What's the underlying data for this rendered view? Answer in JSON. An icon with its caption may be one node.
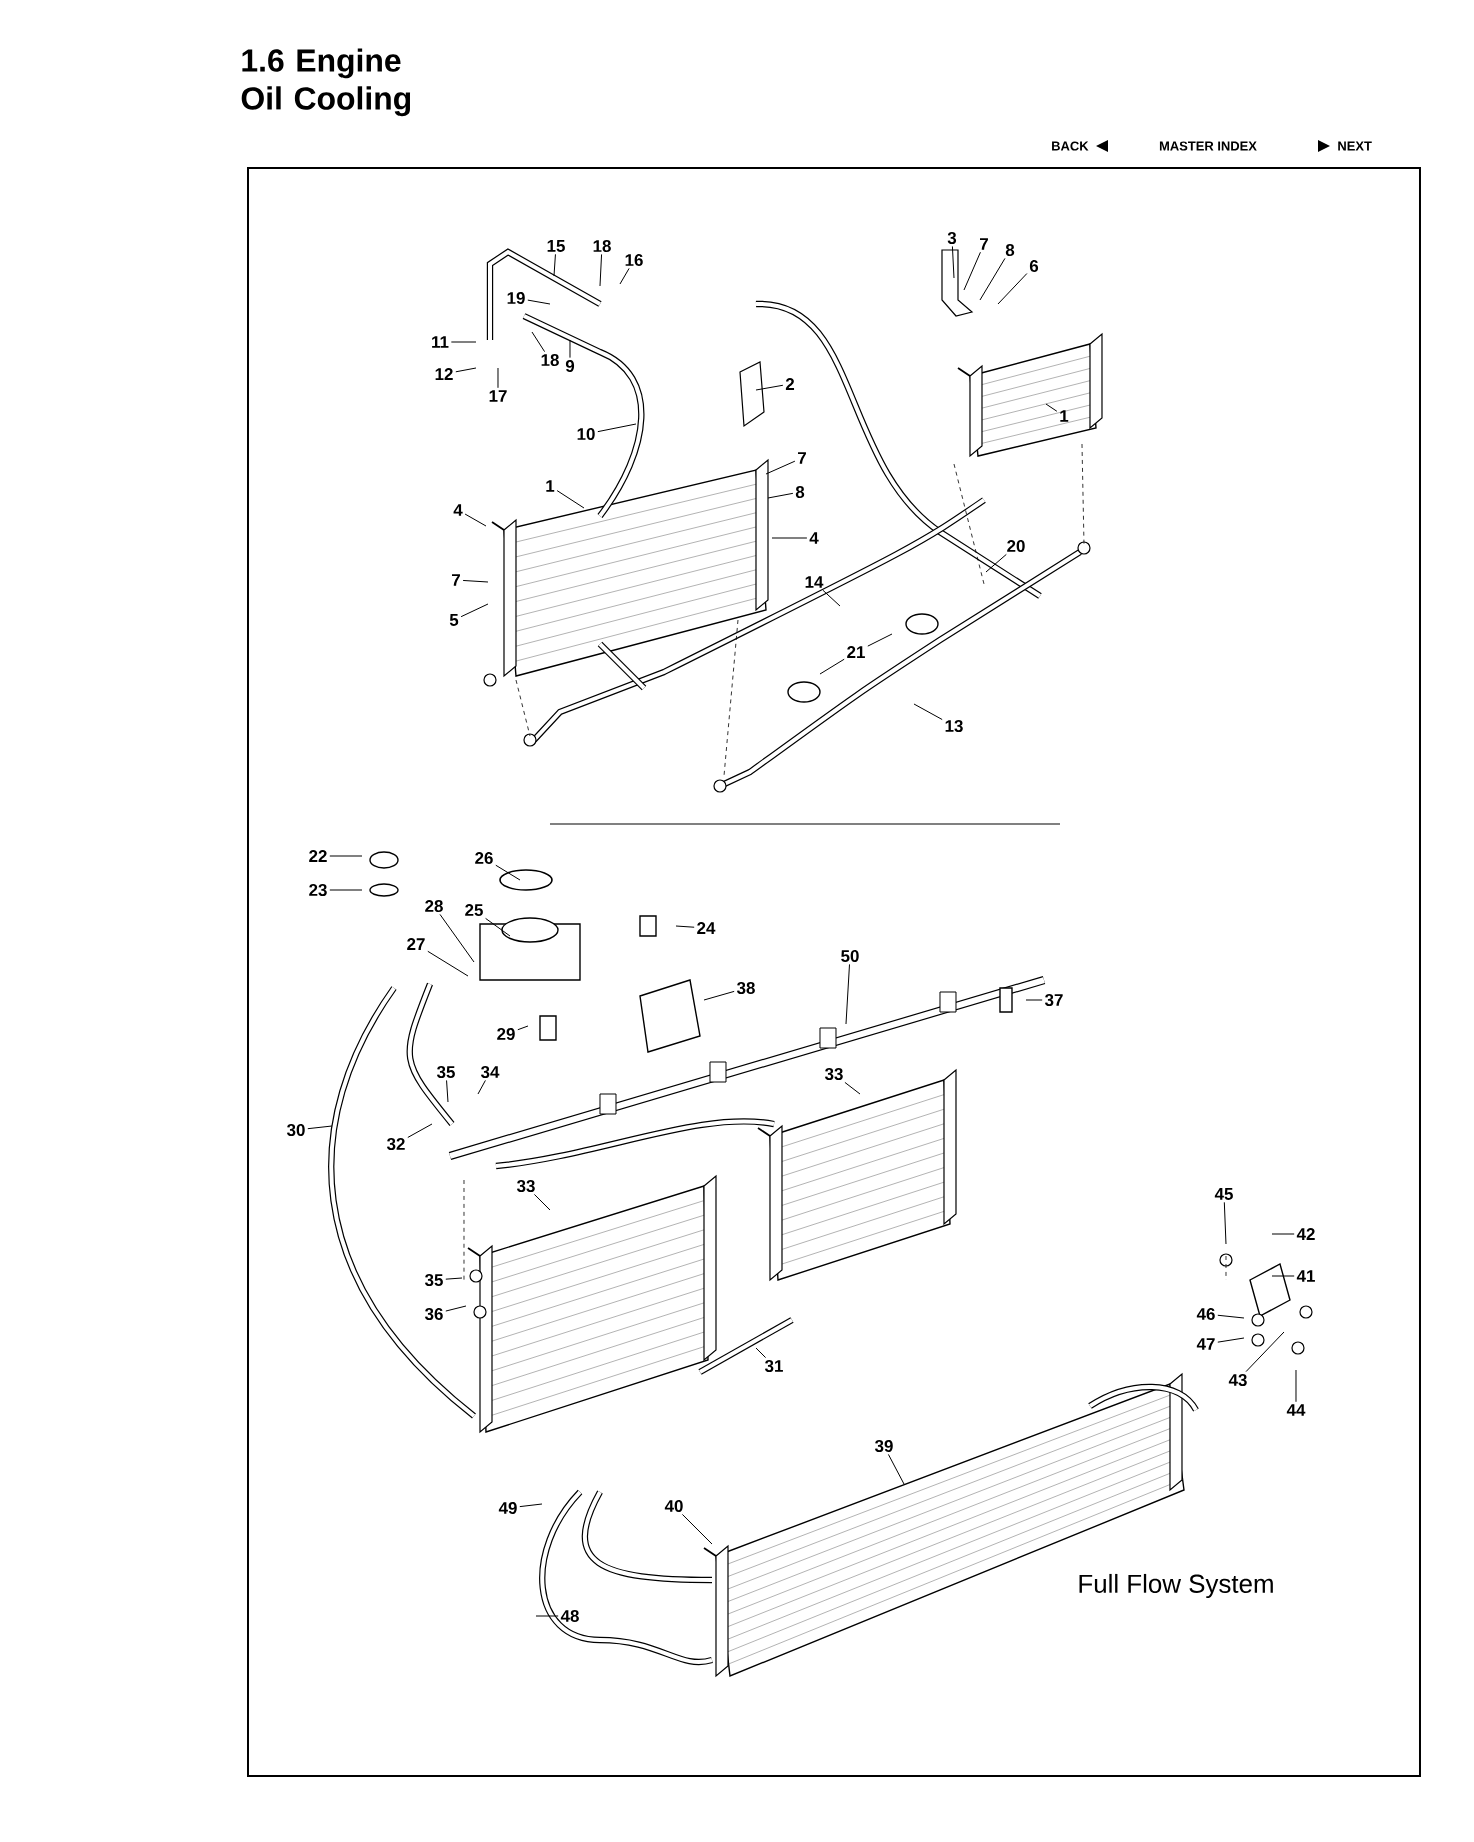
{
  "diagram": {
    "title": "1.6 Engine Oil Cooling",
    "nodes": [
      {
        "text": [
          "3"
        ]
      },
      {
        "text": [
          "7"
        ]
      },
      {
        "text": [
          "15"
        ]
      },
      {
        "text": [
          "18"
        ]
      },
      {
        "text": [
          "8"
        ]
      },
      {
        "text": [
          "16"
        ]
      },
      {
        "text": [
          "6"
        ]
      },
      {
        "text": [
          "19"
        ]
      },
      {
        "text": [
          "11"
        ]
      },
      {
        "text": [
          "12"
        ]
      },
      {
        "text": [
          "18"
        ]
      },
      {
        "text": [
          "9"
        ]
      },
      {
        "text": [
          "17"
        ]
      },
      {
        "text": [
          "2"
        ]
      },
      {
        "text": [
          "1"
        ]
      },
      {
        "text": [
          "10"
        ]
      },
      {
        "text": [
          "7"
        ]
      },
      {
        "text": [
          "1"
        ]
      },
      {
        "text": [
          "8"
        ]
      },
      {
        "text": [
          "4"
        ]
      },
      {
        "text": [
          "4"
        ]
      },
      {
        "text": [
          "20"
        ]
      },
      {
        "text": [
          "7"
        ]
      },
      {
        "text": [
          "14"
        ]
      },
      {
        "text": [
          "5"
        ]
      },
      {
        "text": [
          "21"
        ]
      },
      {
        "text": [
          "13"
        ]
      },
      {
        "text": [
          "22"
        ]
      },
      {
        "text": [
          "26"
        ]
      },
      {
        "text": [
          "23"
        ]
      },
      {
        "text": [
          "28"
        ]
      },
      {
        "text": [
          "25"
        ]
      },
      {
        "text": [
          "24"
        ]
      },
      {
        "text": [
          "27"
        ]
      },
      {
        "text": [
          "50"
        ]
      },
      {
        "text": [
          "38"
        ]
      },
      {
        "text": [
          "37"
        ]
      },
      {
        "text": [
          "29"
        ]
      },
      {
        "text": [
          "35"
        ]
      },
      {
        "text": [
          "34"
        ]
      },
      {
        "text": [
          "33"
        ]
      },
      {
        "text": [
          "30"
        ]
      },
      {
        "text": [
          "32"
        ]
      },
      {
        "text": [
          "33"
        ]
      },
      {
        "text": [
          "45"
        ]
      },
      {
        "text": [
          "42"
        ]
      },
      {
        "text": [
          "41"
        ]
      },
      {
        "text": [
          "35"
        ]
      },
      {
        "text": [
          "36"
        ]
      },
      {
        "text": [
          "46"
        ]
      },
      {
        "text": [
          "47"
        ]
      },
      {
        "text": [
          "43"
        ]
      },
      {
        "text": [
          "31"
        ]
      },
      {
        "text": [
          "44"
        ]
      },
      {
        "text": [
          "39"
        ]
      },
      {
        "text": [
          "49"
        ]
      },
      {
        "text": [
          "40"
        ]
      },
      {
        "text": [
          "48"
        ]
      }
    ],
    "edges": [
      {
        "from": 0,
        "to": null,
        "arrow": "none"
      },
      {
        "from": 1,
        "to": null,
        "arrow": "none"
      },
      {
        "from": 2,
        "to": null,
        "arrow": "none"
      },
      {
        "from": 3,
        "to": null,
        "arrow": "none"
      },
      {
        "from": 4,
        "to": null,
        "arrow": "none"
      },
      {
        "from": 5,
        "to": null,
        "arrow": "none"
      },
      {
        "from": 6,
        "to": null,
        "arrow": "none"
      },
      {
        "from": 7,
        "to": null,
        "arrow": "none"
      },
      {
        "from": 8,
        "to": null,
        "arrow": "none"
      },
      {
        "from": 9,
        "to": null,
        "arrow": "none"
      },
      {
        "from": 10,
        "to": null,
        "arrow": "none"
      },
      {
        "from": 11,
        "to": null,
        "arrow": "none"
      },
      {
        "from": 12,
        "to": null,
        "arrow": "none"
      },
      {
        "from": 13,
        "to": null,
        "arrow": "none"
      },
      {
        "from": 14,
        "to": null,
        "arrow": "none"
      },
      {
        "from": 15,
        "to": null,
        "arrow": "none"
      },
      {
        "from": 16,
        "to": null,
        "arrow": "none"
      },
      {
        "from": 17,
        "to": null,
        "arrow": "none"
      },
      {
        "from": 18,
        "to": null,
        "arrow": "none"
      },
      {
        "from": 19,
        "to": null,
        "arrow": "none"
      },
      {
        "from": 20,
        "to": null,
        "arrow": "none"
      },
      {
        "from": 21,
        "to": null,
        "arrow": "none"
      },
      {
        "from": 22,
        "to": null,
        "arrow": "none"
      },
      {
        "from": 23,
        "to": null,
        "arrow": "none"
      },
      {
        "from": 24,
        "to": null,
        "arrow": "none"
      },
      {
        "from": 25,
        "to": null,
        "arrow": "none"
      },
      {
        "from": 25,
        "to": null,
        "arrow": "none"
      },
      {
        "from": 26,
        "to": null,
        "arrow": "none"
      },
      {
        "from": 27,
        "to": null,
        "arrow": "none"
      },
      {
        "from": 28,
        "to": null,
        "arrow": "none"
      },
      {
        "from": 29,
        "to": null,
        "arrow": "none"
      },
      {
        "from": 30,
        "to": null,
        "arrow": "none"
      },
      {
        "from": 31,
        "to": null,
        "arrow": "none"
      },
      {
        "from": 32,
        "to": null,
        "arrow": "none"
      },
      {
        "from": 33,
        "to": null,
        "arrow": "none"
      },
      {
        "from": 34,
        "to": null,
        "arrow": "none"
      },
      {
        "from": 35,
        "to": null,
        "arrow": "none"
      },
      {
        "from": 36,
        "to": null,
        "arrow": "none"
      },
      {
        "from": 37,
        "to": null,
        "arrow": "none"
      },
      {
        "from": 38,
        "to": null,
        "arrow": "none"
      },
      {
        "from": 39,
        "to": null,
        "arrow": "none"
      },
      {
        "from": 40,
        "to": null,
        "arrow": "none"
      },
      {
        "from": 41,
        "to": null,
        "arrow": "none"
      },
      {
        "from": 42,
        "to": null,
        "arrow": "none"
      },
      {
        "from": 43,
        "to": null,
        "arrow": "none"
      },
      {
        "from": 44,
        "to": null,
        "arrow": "none"
      },
      {
        "from": 45,
        "to": null,
        "arrow": "none"
      },
      {
        "from": 46,
        "to": null,
        "arrow": "none"
      },
      {
        "from": 47,
        "to": null,
        "arrow": "none"
      },
      {
        "from": 48,
        "to": null,
        "arrow": "none"
      },
      {
        "from": 49,
        "to": null,
        "arrow": "none"
      },
      {
        "from": 50,
        "to": null,
        "arrow": "none"
      },
      {
        "from": 51,
        "to": null,
        "arrow": "none"
      },
      {
        "from": 52,
        "to": null,
        "arrow": "none"
      },
      {
        "from": 53,
        "to": null,
        "arrow": "none"
      },
      {
        "from": 54,
        "to": null,
        "arrow": "none"
      },
      {
        "from": 55,
        "to": null,
        "arrow": "none"
      },
      {
        "from": 56,
        "to": null,
        "arrow": "none"
      },
      {
        "from": 57,
        "to": null,
        "arrow": "none"
      }
    ],
    "labels": [
      "BACK",
      "MASTER INDEX",
      "NEXT",
      "Full Flow System"
    ]
  }
}
